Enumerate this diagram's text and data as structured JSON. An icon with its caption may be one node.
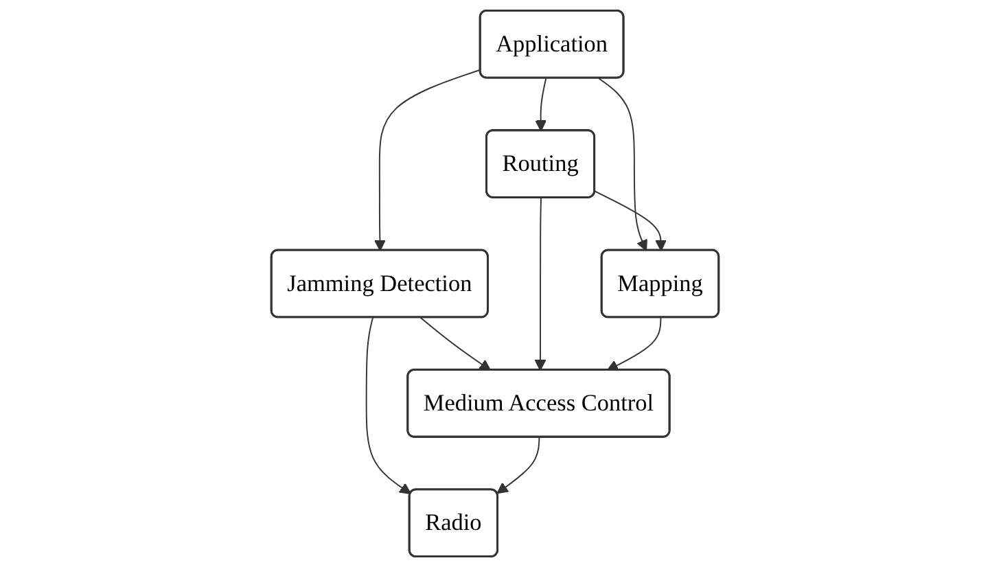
{
  "diagram": {
    "nodes": [
      {
        "text": [
          "Application"
        ]
      },
      {
        "text": [
          "Jamming Detection"
        ]
      },
      {
        "text": [
          "Routing"
        ]
      },
      {
        "text": [
          "Mapping"
        ]
      },
      {
        "text": [
          "Medium Access Control"
        ]
      },
      {
        "text": [
          "Radio"
        ]
      }
    ],
    "edges": [
      {
        "from": 0,
        "to": 1,
        "arrow": "to"
      },
      {
        "from": 0,
        "to": 2,
        "arrow": "to"
      },
      {
        "from": 0,
        "to": 3,
        "arrow": "to"
      },
      {
        "from": 2,
        "to": 3,
        "arrow": "to"
      },
      {
        "from": 1,
        "to": 4,
        "arrow": "to"
      },
      {
        "from": 2,
        "to": 4,
        "arrow": "to"
      },
      {
        "from": 3,
        "to": 4,
        "arrow": "to"
      },
      {
        "from": 1,
        "to": 5,
        "arrow": "to"
      },
      {
        "from": 4,
        "to": 5,
        "arrow": "to"
      }
    ]
  }
}
